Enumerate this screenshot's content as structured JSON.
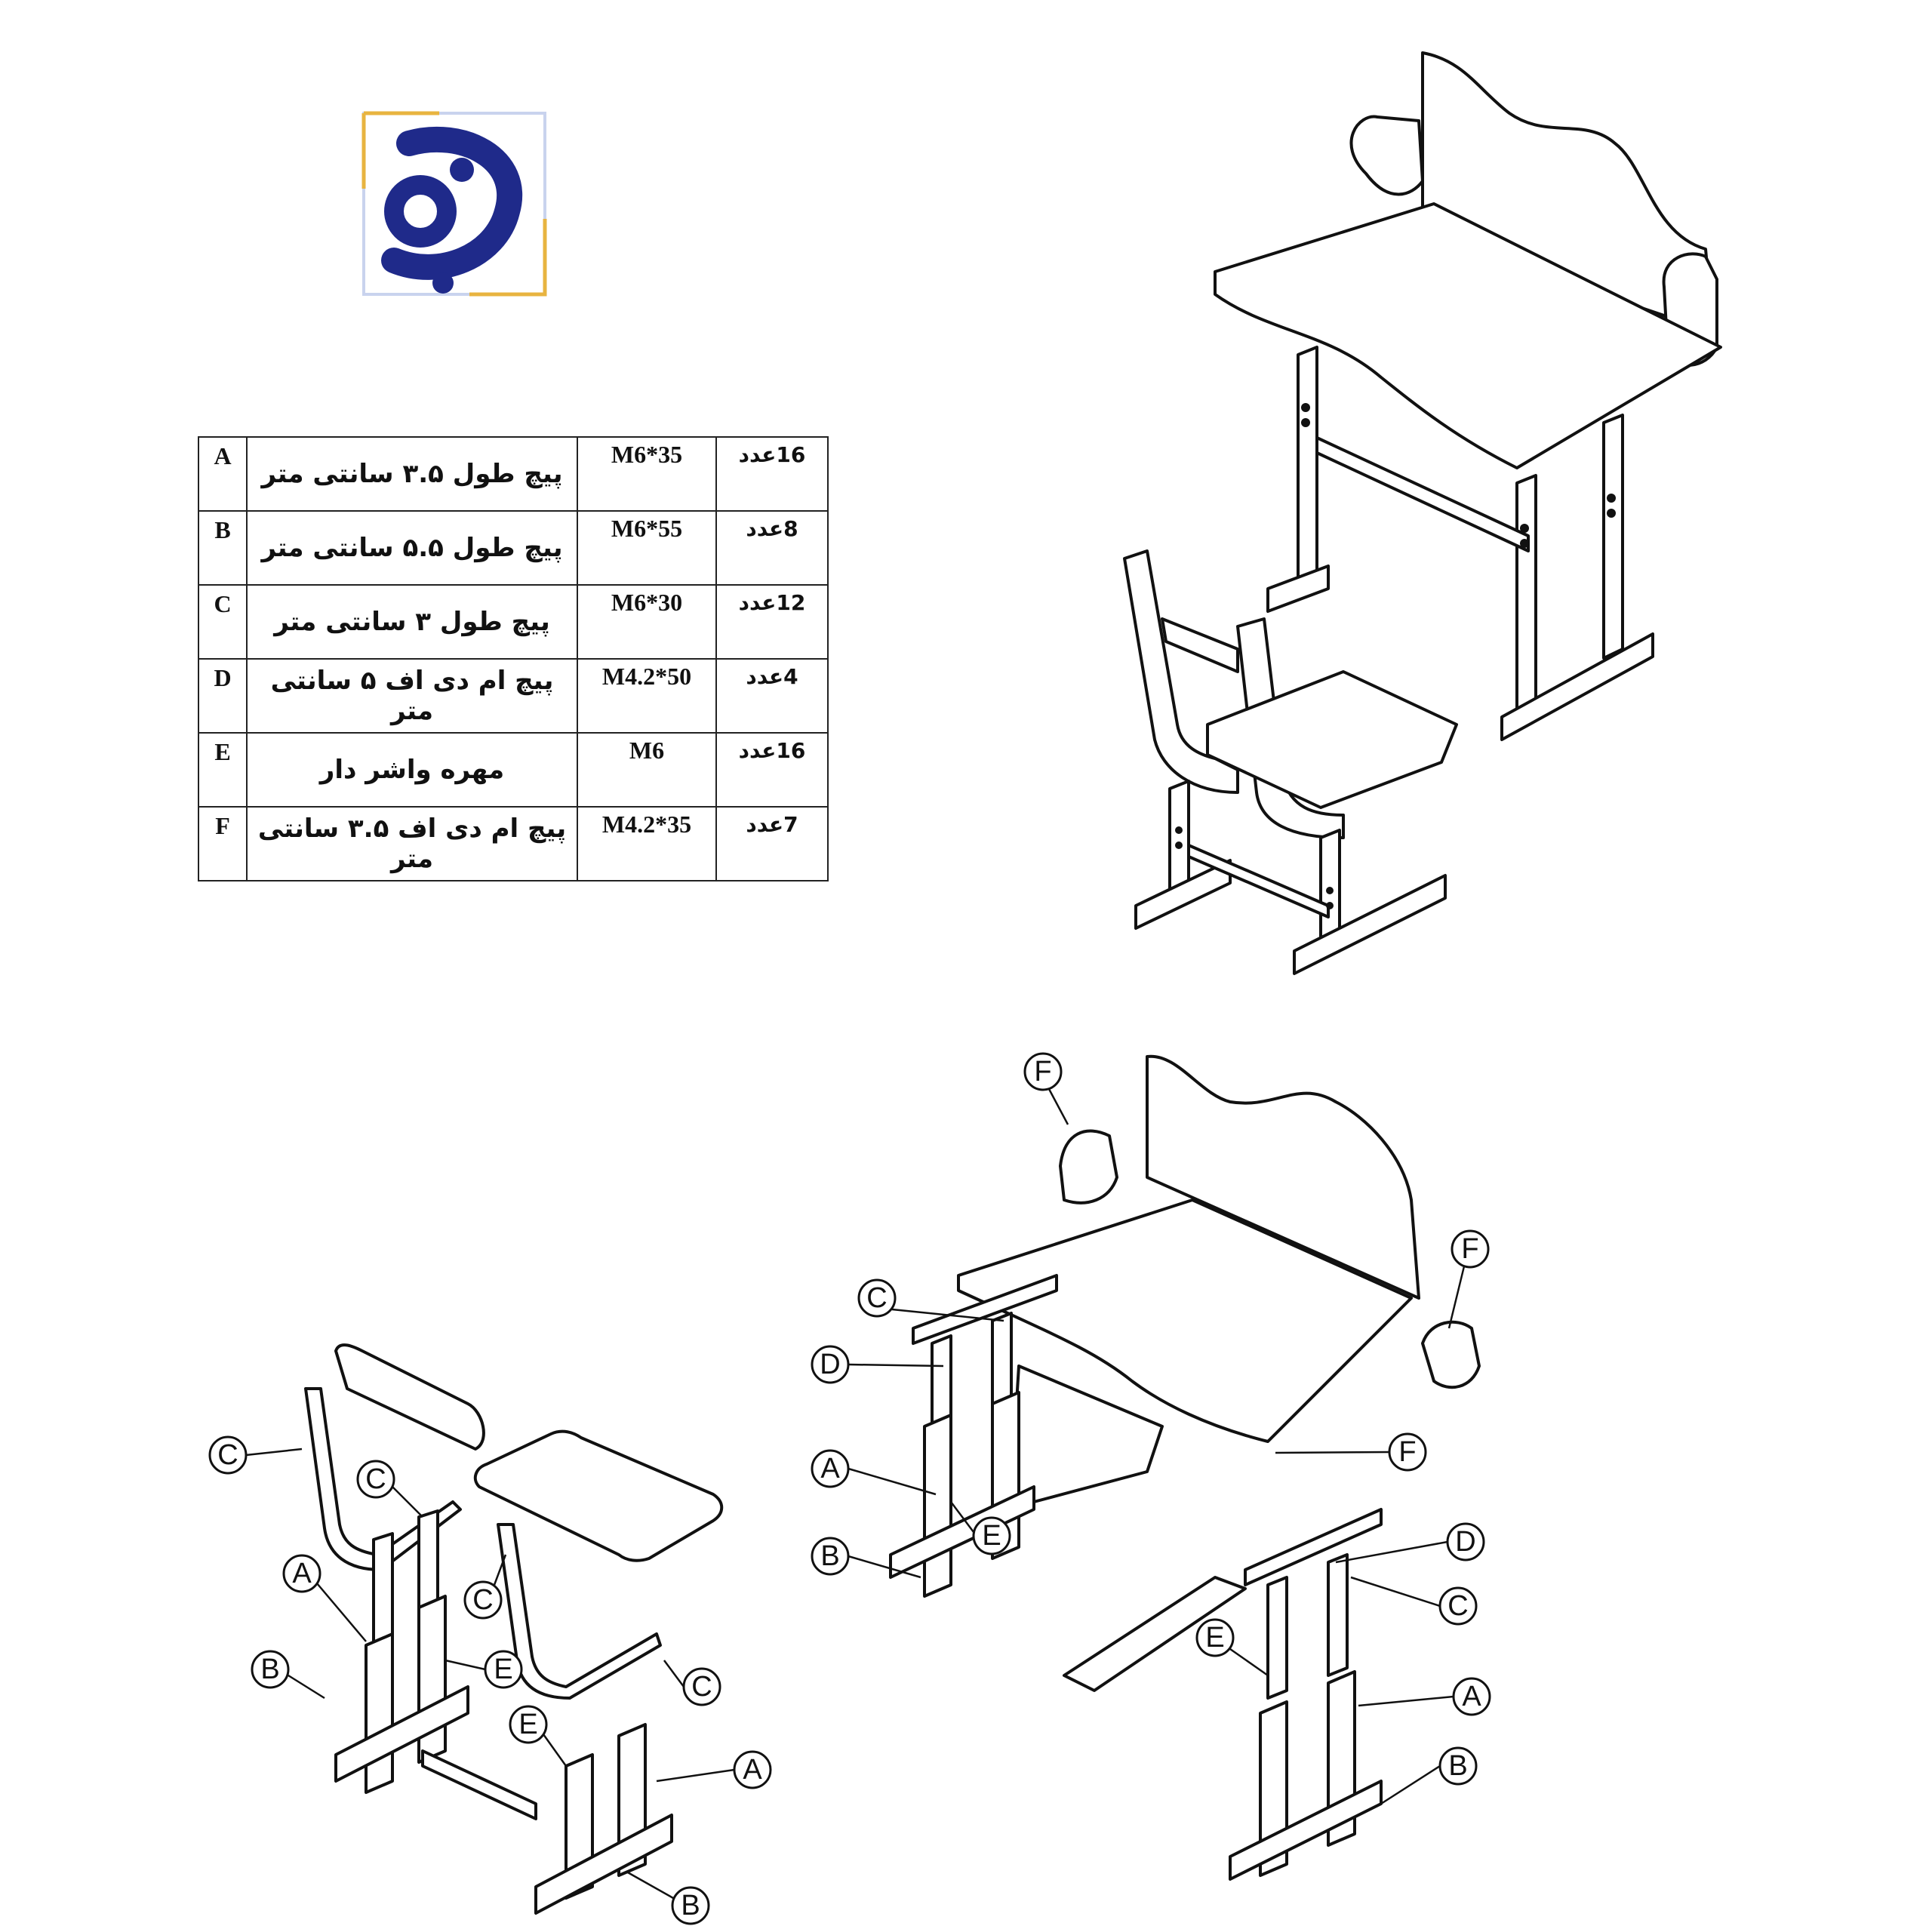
{
  "parts": [
    {
      "letter": "A",
      "desc": "پیچ طول ۳.۵ سانتی متر",
      "spec": "M6*35",
      "qty": "16عدد"
    },
    {
      "letter": "B",
      "desc": "پیچ طول ۵.۵ سانتی متر",
      "spec": "M6*55",
      "qty": "8عدد"
    },
    {
      "letter": "C",
      "desc": "پیچ طول ۳ سانتی متر",
      "spec": "M6*30",
      "qty": "12عدد"
    },
    {
      "letter": "D",
      "desc": "پیچ ام دی اف ۵ سانتی متر",
      "spec": "M4.2*50",
      "qty": "4عدد"
    },
    {
      "letter": "E",
      "desc": "مهره واشر دار",
      "spec": "M6",
      "qty": "16عدد"
    },
    {
      "letter": "F",
      "desc": "پیچ ام دی اف ۳.۵ سانتی متر",
      "spec": "M4.2*35",
      "qty": "7عدد"
    }
  ],
  "callouts": {
    "chair": [
      {
        "label": "C"
      },
      {
        "label": "C"
      },
      {
        "label": "C"
      },
      {
        "label": "C"
      },
      {
        "label": "A"
      },
      {
        "label": "A"
      },
      {
        "label": "E"
      },
      {
        "label": "E"
      },
      {
        "label": "B"
      },
      {
        "label": "B"
      }
    ],
    "desk": [
      {
        "label": "F"
      },
      {
        "label": "F"
      },
      {
        "label": "F"
      },
      {
        "label": "C"
      },
      {
        "label": "D"
      },
      {
        "label": "A"
      },
      {
        "label": "E"
      },
      {
        "label": "B"
      },
      {
        "label": "D"
      },
      {
        "label": "C"
      },
      {
        "label": "E"
      },
      {
        "label": "A"
      },
      {
        "label": "B"
      }
    ]
  },
  "colors": {
    "logo_navy": "#1f2a8a",
    "logo_gold": "#e8b440",
    "logo_frame_light": "#c9d3ee"
  }
}
